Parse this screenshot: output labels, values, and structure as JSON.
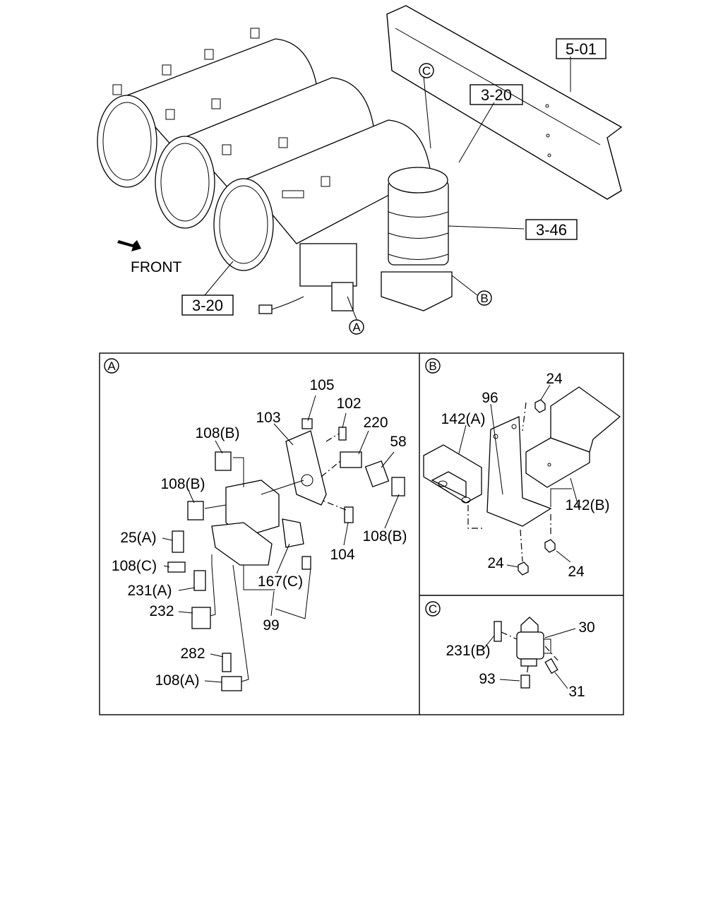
{
  "overview": {
    "front_label": "FRONT",
    "refs": [
      "5-01",
      "3-20",
      "3-46",
      "3-20"
    ],
    "callouts": [
      "C",
      "A",
      "B"
    ]
  },
  "panel_a": {
    "marker": "A",
    "labels": [
      "105",
      "102",
      "103",
      "220",
      "58",
      "108(B)",
      "108(B)",
      "25(A)",
      "108(C)",
      "231(A)",
      "232",
      "282",
      "108(A)",
      "104",
      "108(B)",
      "167(C)",
      "99"
    ]
  },
  "panel_b": {
    "marker": "B",
    "labels": [
      "24",
      "96",
      "142(A)",
      "142(B)",
      "24",
      "24"
    ]
  },
  "panel_c": {
    "marker": "C",
    "labels": [
      "30",
      "231(B)",
      "93",
      "31"
    ]
  }
}
